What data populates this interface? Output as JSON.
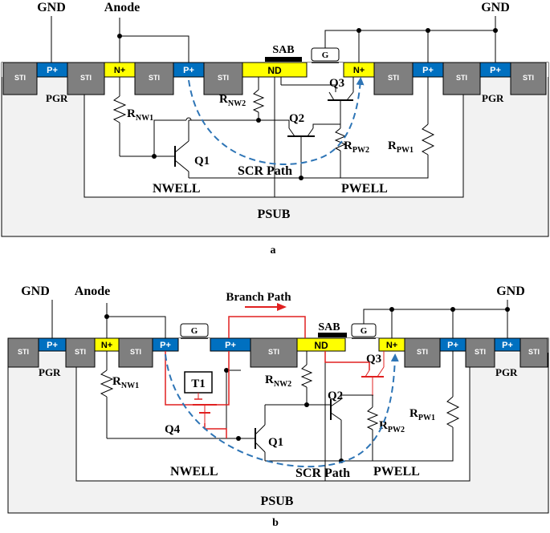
{
  "colors": {
    "sti": "#7f7f7f",
    "n_region": "#ffff00",
    "p_region": "#0070c0",
    "substrate": "#f2f2f2",
    "path_blue": "#2e75b6",
    "branch_red": "#e02020",
    "wire": "#000000"
  },
  "labels": {
    "gnd": "GND",
    "anode": "Anode",
    "sti": "STI",
    "p_plus": "P+",
    "n_plus": "N+",
    "nd": "ND",
    "sab": "SAB",
    "gate": "G",
    "pgr": "PGR",
    "nwell": "NWELL",
    "pwell": "PWELL",
    "psub": "PSUB",
    "scr_path": "SCR Path",
    "branch_path": "Branch Path",
    "q1": "Q1",
    "q2": "Q2",
    "q3": "Q3",
    "q4": "Q4",
    "t1": "T1",
    "r_letter": "R",
    "sub_nw1": "NW1",
    "sub_nw2": "NW2",
    "sub_pw1": "PW1",
    "sub_pw2": "PW2"
  },
  "panels": {
    "a": {
      "caption": "a"
    },
    "b": {
      "caption": "b"
    }
  }
}
